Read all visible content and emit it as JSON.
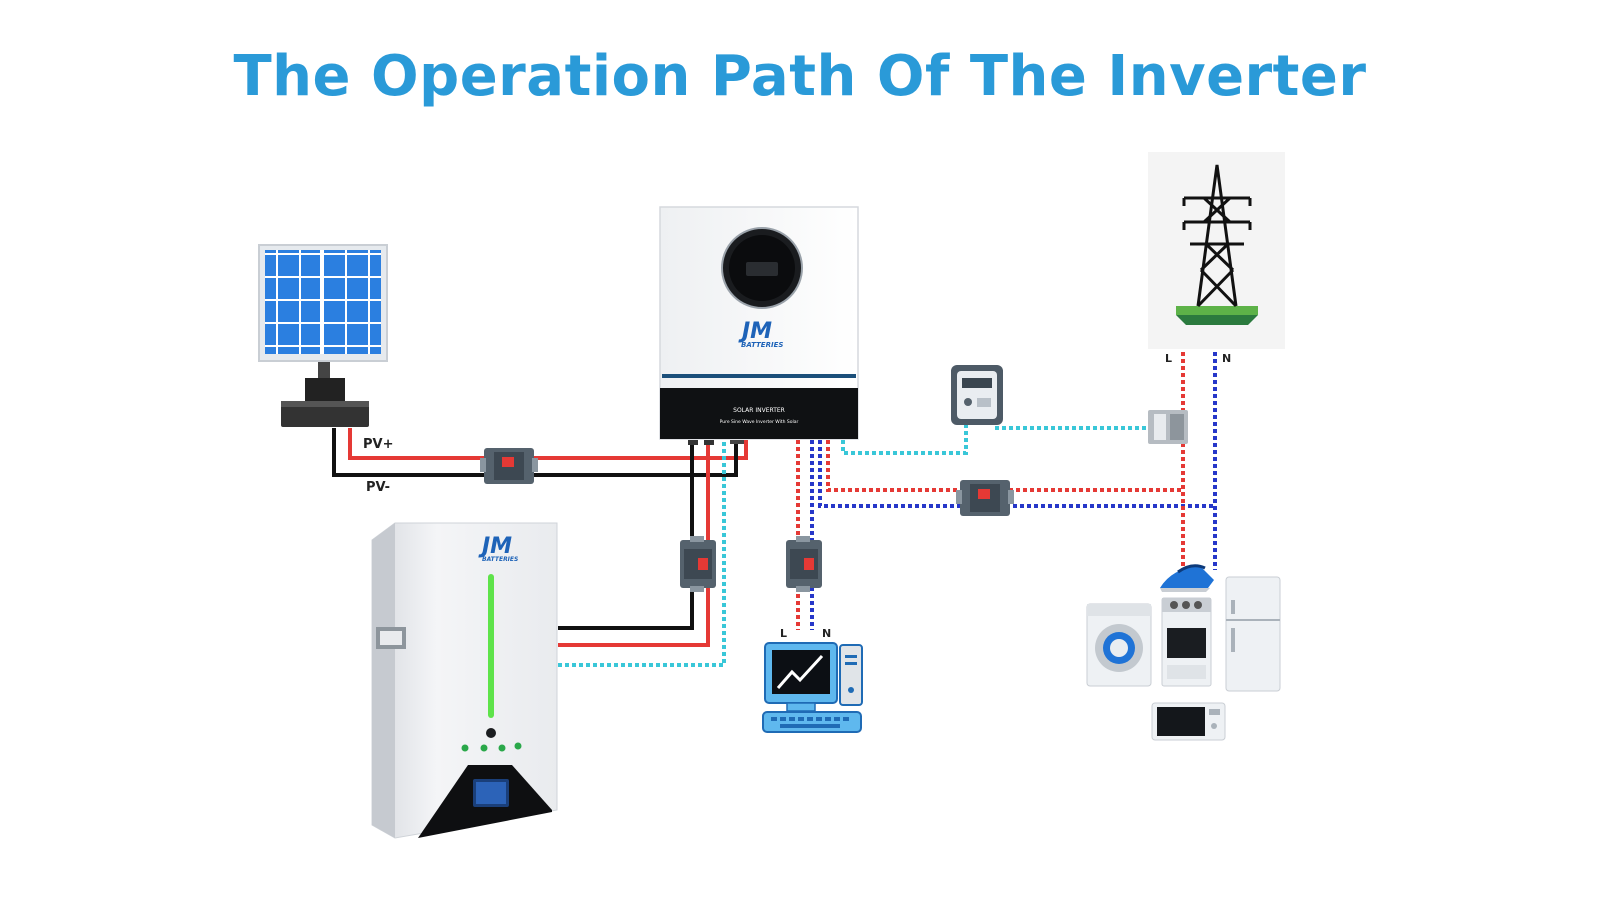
{
  "title": "The Operation Path Of The Inverter",
  "labels": {
    "pv_plus": "PV+",
    "pv_minus": "PV-",
    "grid_l": "L",
    "grid_n": "N",
    "pc_l": "L",
    "pc_n": "N"
  },
  "inverter": {
    "logo": "JM",
    "logo_sub": "BATTERIES",
    "panel_title": "SOLAR INVERTER",
    "panel_sub": "Pure Sine Wave Inverter With Solar"
  },
  "battery": {
    "logo": "JM",
    "logo_sub": "BATTERIES"
  },
  "colors": {
    "title": "#2a9ad8",
    "live_wire": "#e53935",
    "neutral_wire": "#2637c9",
    "dc_negative": "#111111",
    "comm_wire": "#39c7d8",
    "led_bar": "#5ee34a"
  },
  "icons": [
    "solar-panel-icon",
    "inverter-icon",
    "transmission-tower-icon",
    "energy-meter-icon",
    "breaker-icon",
    "battery-icon",
    "computer-icon",
    "washing-machine-icon",
    "iron-icon",
    "stove-icon",
    "refrigerator-icon",
    "microwave-icon"
  ]
}
